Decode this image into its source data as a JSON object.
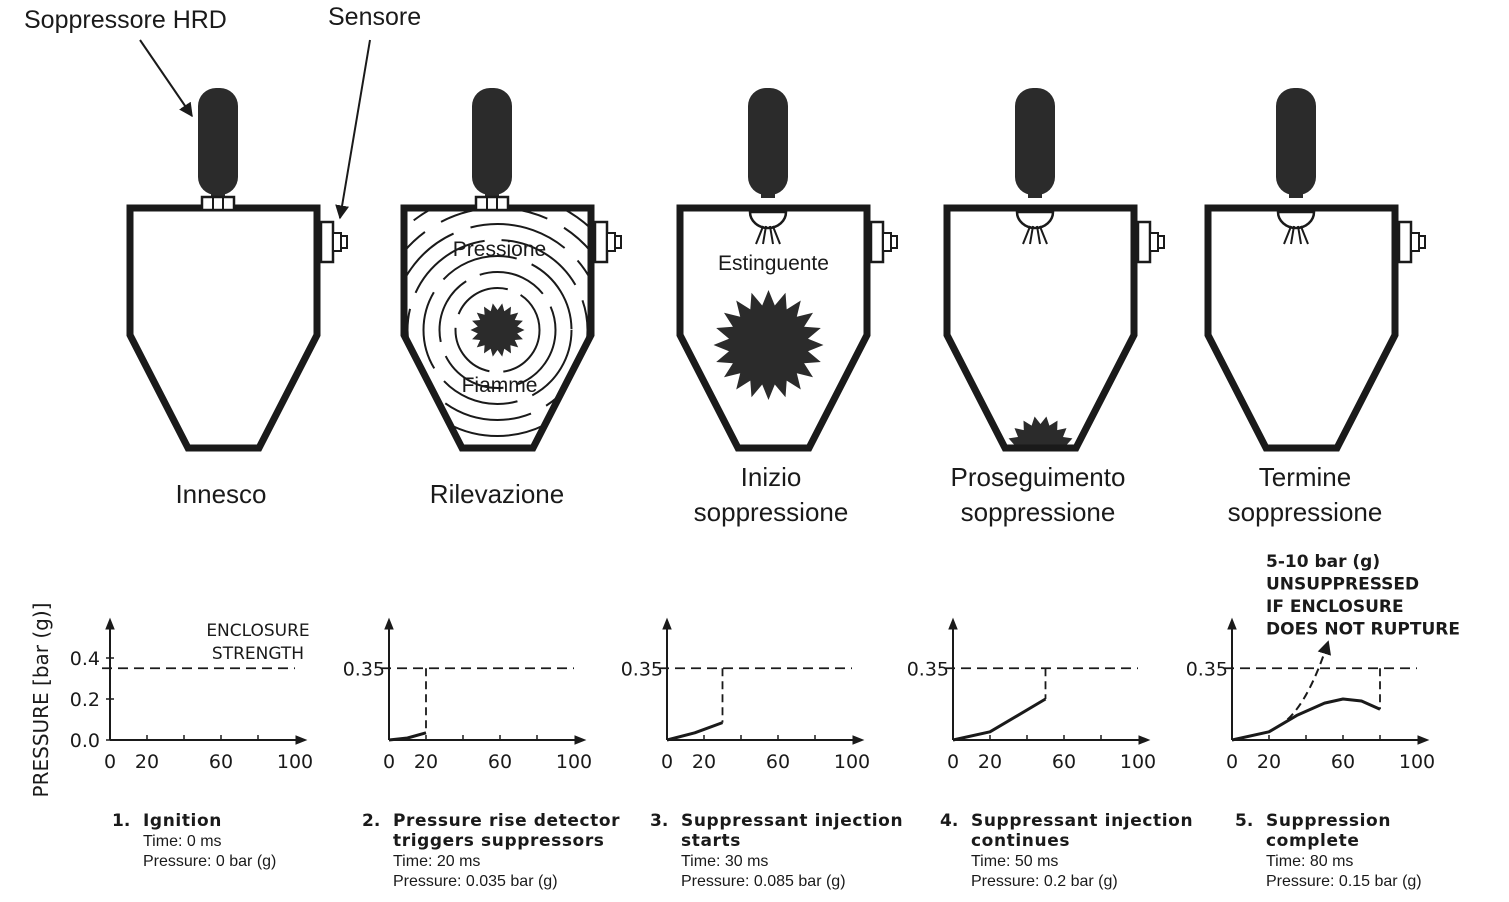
{
  "callouts": {
    "suppressor": "Soppressore HRD",
    "sensor": "Sensore"
  },
  "colors": {
    "ink": "#1a1a1a",
    "fill": "#2b2b2b"
  },
  "stages": [
    {
      "name_lines": [
        "Innesco"
      ],
      "inner": {
        "pressure": "",
        "flames": ""
      },
      "plot": {
        "ylabel": "PRESSURE [bar (g)]",
        "y_ticks": [
          "0.4",
          "0.2",
          "0.0"
        ],
        "threshold_label": "",
        "threshold_note_lines": [
          "ENCLOSURE",
          "STRENGTH"
        ],
        "x_ticks": [
          "0",
          "20",
          "60",
          "100"
        ],
        "curve": [],
        "cutoff_time": null,
        "annotation_lines": []
      },
      "caption": {
        "number": "1.",
        "title_lines": [
          "Ignition"
        ],
        "time": "Time: 0 ms",
        "pressure": "Pressure: 0 bar (g)"
      }
    },
    {
      "name_lines": [
        "Rilevazione"
      ],
      "inner": {
        "pressure": "Pressione",
        "flames": "Fiamme"
      },
      "plot": {
        "ylabel": "",
        "y_ticks": [],
        "threshold_label": "0.35",
        "threshold_note_lines": [],
        "x_ticks": [
          "0",
          "20",
          "60",
          "100"
        ],
        "curve": [
          [
            0,
            0
          ],
          [
            10,
            0.01
          ],
          [
            20,
            0.035
          ]
        ],
        "cutoff_time": 20,
        "annotation_lines": []
      },
      "caption": {
        "number": "2.",
        "title_lines": [
          "Pressure rise detector",
          "triggers suppressors"
        ],
        "time": "Time: 20 ms",
        "pressure": "Pressure: 0.035 bar (g)"
      }
    },
    {
      "name_lines": [
        "Inizio",
        "soppressione"
      ],
      "inner": {
        "pressure": "Estinguente",
        "flames": ""
      },
      "plot": {
        "ylabel": "",
        "y_ticks": [],
        "threshold_label": "0.35",
        "threshold_note_lines": [],
        "x_ticks": [
          "0",
          "20",
          "60",
          "100"
        ],
        "curve": [
          [
            0,
            0
          ],
          [
            15,
            0.035
          ],
          [
            30,
            0.085
          ]
        ],
        "cutoff_time": 30,
        "annotation_lines": []
      },
      "caption": {
        "number": "3.",
        "title_lines": [
          "Suppressant injection",
          "starts"
        ],
        "time": "Time: 30 ms",
        "pressure": "Pressure: 0.085 bar (g)"
      }
    },
    {
      "name_lines": [
        "Proseguimento",
        "soppressione"
      ],
      "inner": {
        "pressure": "",
        "flames": ""
      },
      "plot": {
        "ylabel": "",
        "y_ticks": [],
        "threshold_label": "0.35",
        "threshold_note_lines": [],
        "x_ticks": [
          "0",
          "20",
          "60",
          "100"
        ],
        "curve": [
          [
            0,
            0
          ],
          [
            20,
            0.04
          ],
          [
            35,
            0.12
          ],
          [
            50,
            0.2
          ]
        ],
        "cutoff_time": 50,
        "annotation_lines": []
      },
      "caption": {
        "number": "4.",
        "title_lines": [
          "Suppressant injection",
          "continues"
        ],
        "time": "Time: 50 ms",
        "pressure": "Pressure: 0.2 bar (g)"
      }
    },
    {
      "name_lines": [
        "Termine",
        "soppressione"
      ],
      "inner": {
        "pressure": "",
        "flames": ""
      },
      "plot": {
        "ylabel": "",
        "y_ticks": [],
        "threshold_label": "0.35",
        "threshold_note_lines": [],
        "x_ticks": [
          "0",
          "20",
          "60",
          "100"
        ],
        "curve": [
          [
            0,
            0
          ],
          [
            20,
            0.04
          ],
          [
            35,
            0.12
          ],
          [
            50,
            0.18
          ],
          [
            60,
            0.2
          ],
          [
            70,
            0.19
          ],
          [
            80,
            0.15
          ]
        ],
        "cutoff_time": 80,
        "annotation_lines": [
          "5-10 bar (g)",
          "UNSUPPRESSED",
          "IF ENCLOSURE",
          "DOES NOT RUPTURE"
        ]
      },
      "caption": {
        "number": "5.",
        "title_lines": [
          "Suppression",
          "complete"
        ],
        "time": "Time: 80 ms",
        "pressure": "Pressure: 0.15 bar (g)"
      }
    }
  ]
}
